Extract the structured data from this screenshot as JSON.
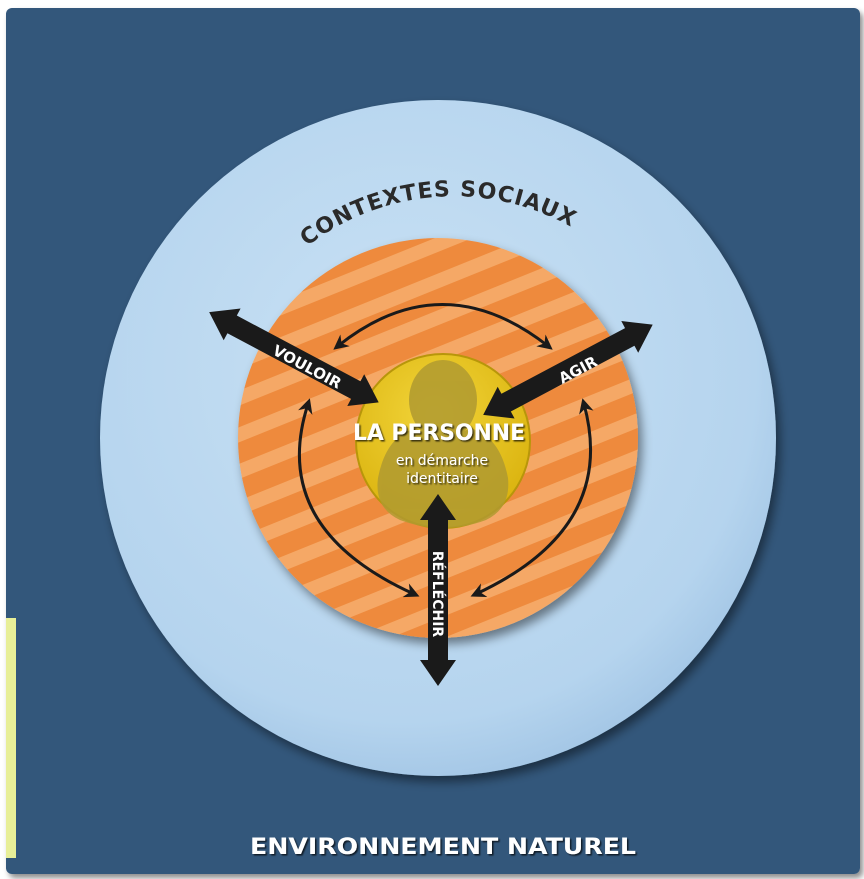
{
  "diagram": {
    "outer_label": "ENVIRONNEMENT NATUREL",
    "ring_label": "CONTEXTES SOCIAUX",
    "center_title": "LA PERSONNE",
    "center_subtitle_1": "en démarche",
    "center_subtitle_2": "identitaire",
    "arrows": {
      "left": "VOULOIR",
      "right": "AGIR",
      "bottom": "RÉFLÉCHIR"
    }
  },
  "colors": {
    "background": "#33577b",
    "ring_blue": "#b5d4ee",
    "orange": "#ee8a3c",
    "orange_stripe": "#f4a763",
    "center_yellow": "#e8c418",
    "silhouette": "#b39a2a",
    "arrow": "#1a1a1a",
    "text_light": "#ffffff",
    "text_dark": "#2a2a2a"
  }
}
